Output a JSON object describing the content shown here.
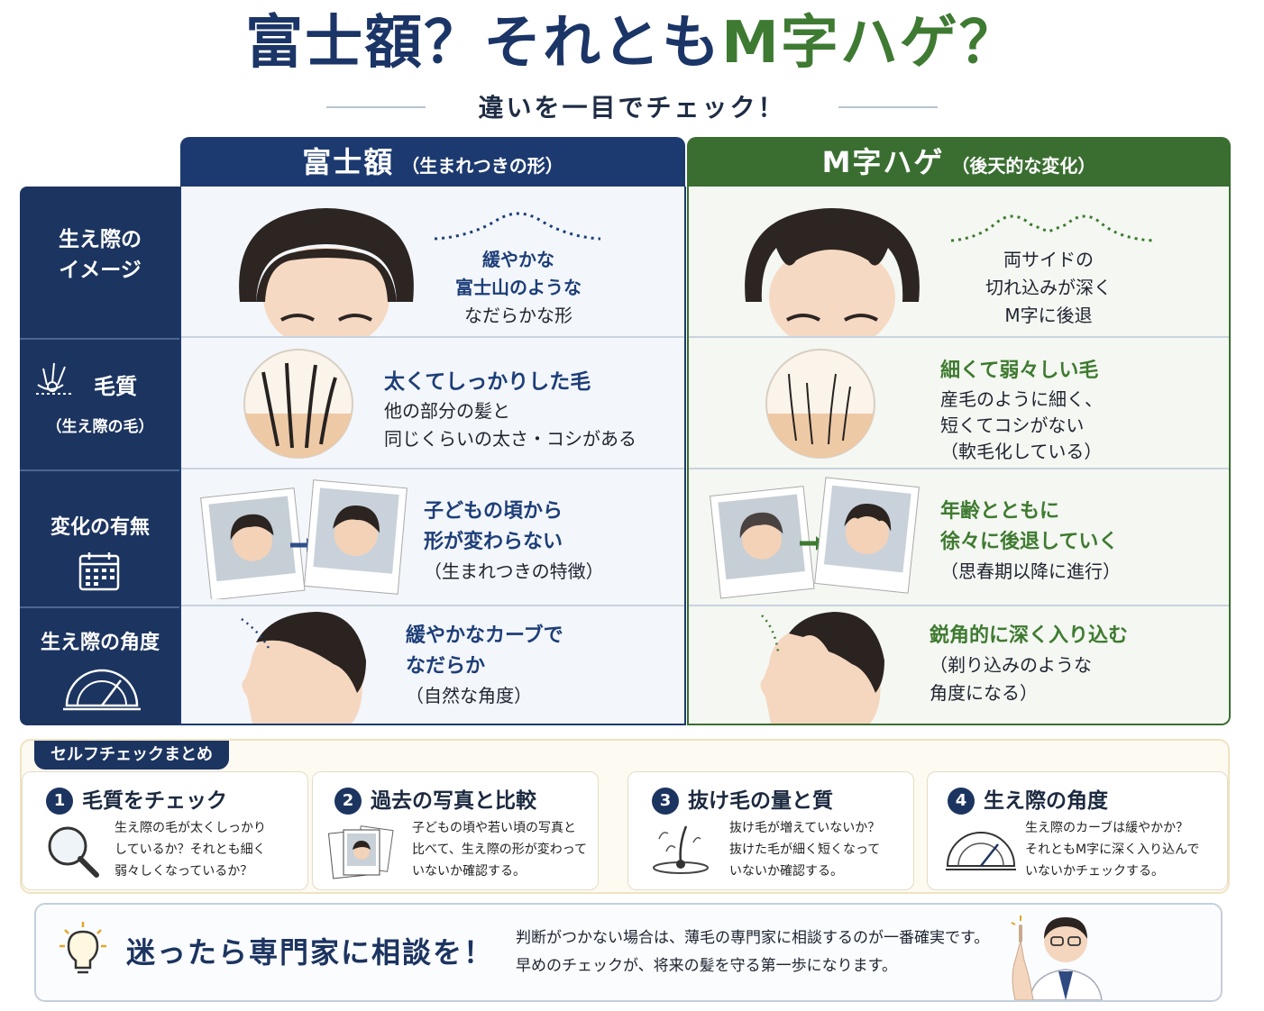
{
  "title": {
    "part1": "富士額？それとも",
    "part2": "M字ハゲ？"
  },
  "subtitle": "違いを一目でチェック！",
  "columns": {
    "fuji": {
      "name": "富士額",
      "sub": "（生まれつきの形）"
    },
    "m": {
      "name": "M字ハゲ",
      "sub": "（後天的な変化）"
    }
  },
  "rows": [
    {
      "label": [
        "生え際の",
        "イメージ"
      ],
      "fuji": [
        "緩やかな",
        "富士山のような",
        "なだらかな形"
      ],
      "m": [
        "両サイドの",
        "切れ込みが深く",
        "M字に後退"
      ]
    },
    {
      "label": [
        "毛質",
        "（生え際の毛）"
      ],
      "fuji": [
        "太くてしっかりした毛",
        "他の部分の髪と",
        "同じくらいの太さ・コシがある"
      ],
      "m": [
        "細くて弱々しい毛",
        "産毛のように細く、",
        "短くてコシがない",
        "（軟毛化している）"
      ]
    },
    {
      "label": [
        "変化の有無"
      ],
      "fuji": [
        "子どもの頃から",
        "形が変わらない",
        "（生まれつきの特徴）"
      ],
      "m": [
        "年齢とともに",
        "徐々に後退していく",
        "（思春期以降に進行）"
      ]
    },
    {
      "label": [
        "生え際の角度"
      ],
      "fuji": [
        "緩やかなカーブで",
        "なだらか",
        "（自然な角度）"
      ],
      "m": [
        "鋭角的に深く入り込む",
        "（剃り込みのような",
        "角度になる）"
      ]
    }
  ],
  "summary": {
    "tag": "セルフチェックまとめ",
    "cards": [
      {
        "num": "1",
        "title": "毛質をチェック",
        "icon": "magnifier-icon",
        "body": [
          "生え際の毛が太くしっかり",
          "しているか？それとも細く",
          "弱々しくなっているか？"
        ]
      },
      {
        "num": "2",
        "title": "過去の写真と比較",
        "icon": "photos-icon",
        "body": [
          "子どもの頃や若い頃の写真と",
          "比べて、生え際の形が変わって",
          "いないか確認する。"
        ]
      },
      {
        "num": "3",
        "title": "抜け毛の量と質",
        "icon": "hair-follicle-icon",
        "body": [
          "抜け毛が増えていないか？",
          "抜けた毛が細く短くなって",
          "いないか確認する。"
        ]
      },
      {
        "num": "4",
        "title": "生え際の角度",
        "icon": "protractor-icon",
        "body": [
          "生え際のカーブは緩やかか？",
          "それともM字に深く入り込んで",
          "いないかチェックする。"
        ]
      }
    ]
  },
  "bottom": {
    "title": "迷ったら専門家に相談を！",
    "text": [
      "判断がつかない場合は、薄毛の専門家に相談するのが一番確実です。",
      "早めのチェックが、将来の髪を守る第一歩になります。"
    ]
  },
  "colors": {
    "navy": "#1c3460",
    "green": "#3a6e31",
    "cream": "#fdfaf1"
  }
}
